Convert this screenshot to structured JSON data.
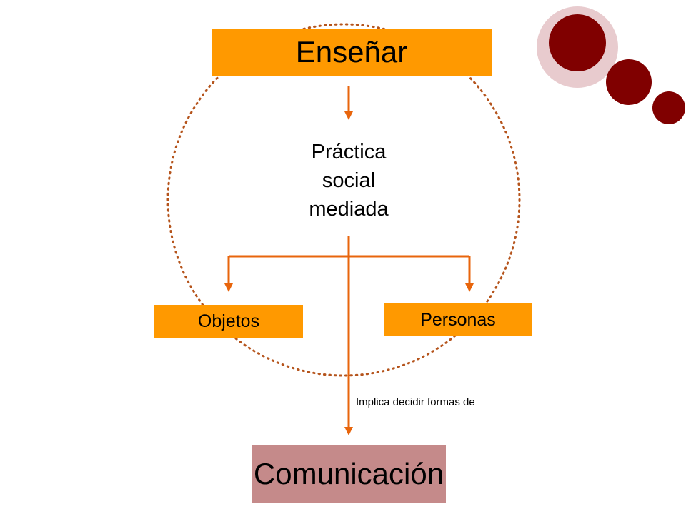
{
  "nodes": {
    "top": {
      "label": "Enseñar"
    },
    "center": {
      "lines": [
        "Práctica",
        "social",
        "mediada"
      ]
    },
    "left": {
      "label": "Objetos"
    },
    "right": {
      "label": "Personas"
    },
    "bottom": {
      "label": "Comunicación"
    }
  },
  "edge_label": "Implica decidir formas de",
  "colors": {
    "primary_box": "#FF9900",
    "bottom_box": "#C58A8A",
    "arrow": "#E8650C",
    "dotted_circle": "#B5541C",
    "deco_dark": "#800000",
    "deco_ring": "#E8CBCE"
  },
  "decoration": {
    "icon": "red-circles-logo-icon"
  }
}
